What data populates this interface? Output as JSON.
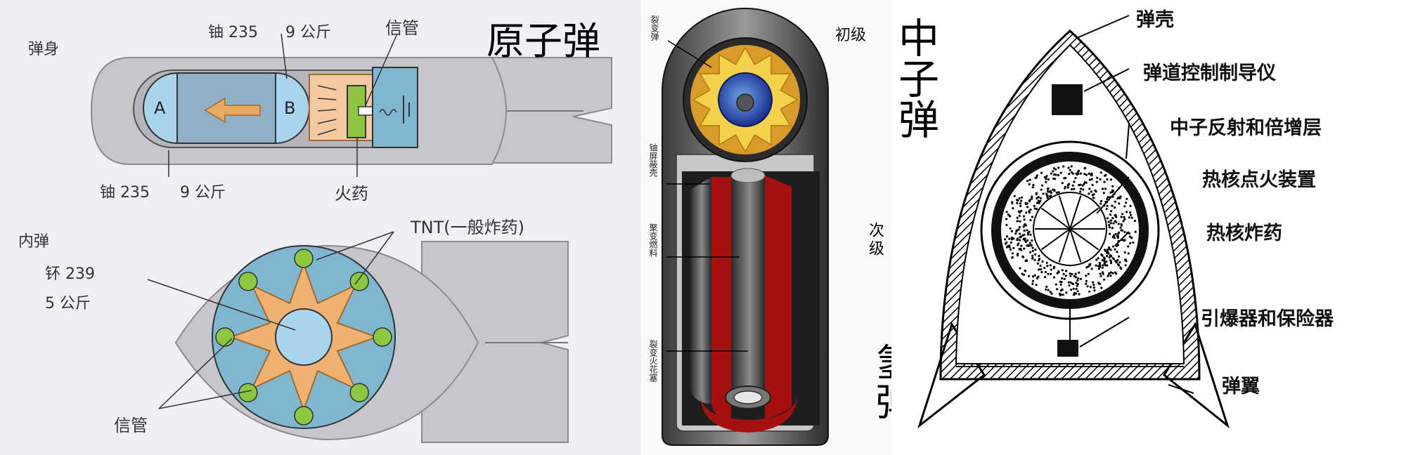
{
  "atomic": {
    "title": "原子弹",
    "body_label": "弹身",
    "u235_top": "铀 235",
    "mass_top": "9 公斤",
    "detonator_top": "信管",
    "part_a": "A",
    "part_b": "B",
    "u235_bottom": "铀 235",
    "mass_bottom": "9 公斤",
    "propellant": "火药",
    "inner_label": "内弹",
    "tnt_label": "TNT(一般炸药)",
    "pu239": "钚 239",
    "mass_pu": "5 公斤",
    "detonator_bottom": "信管"
  },
  "hydrogen": {
    "title": "氢弹",
    "primary": "初级",
    "secondary": "次级",
    "fission_bomb": "裂变弹",
    "uranium_shell": "铀屏蔽壳",
    "fusion_fuel": "聚变燃料",
    "spark_plug": "裂变火花塞"
  },
  "neutron": {
    "title": "中子弹",
    "shell": "弹壳",
    "guidance": "弹道控制制导仪",
    "reflector": "中子反射和倍增层",
    "igniter": "热核点火装置",
    "explosive": "热核炸药",
    "fuze": "引爆器和保险器",
    "fin": "弹翼"
  }
}
